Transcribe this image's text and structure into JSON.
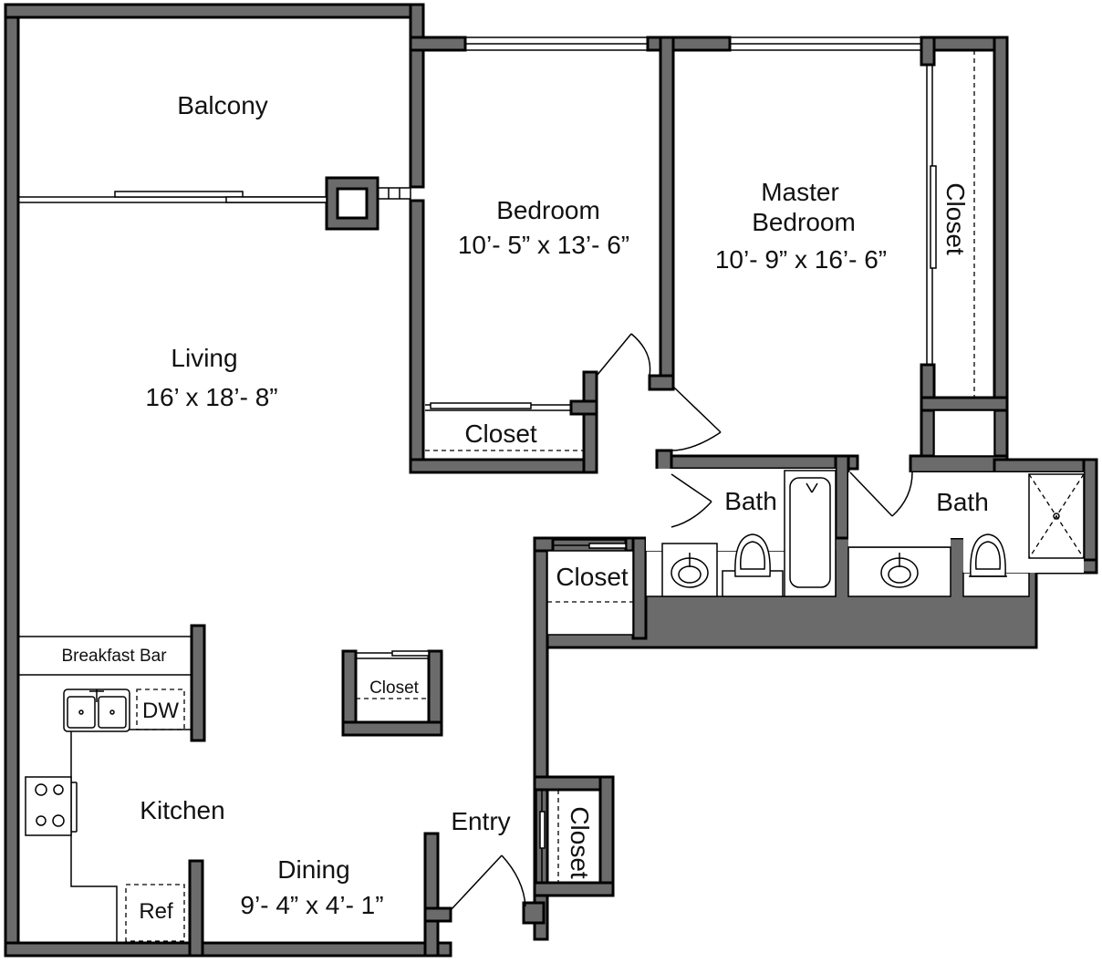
{
  "rooms": {
    "balcony": "Balcony",
    "living": "Living",
    "living_dims": "16’ x 18’- 8”",
    "bedroom": "Bedroom",
    "bedroom_dims": "10’- 5” x 13’- 6”",
    "master_line1": "Master",
    "master_line2": "Bedroom",
    "master_dims": "10’- 9” x 16’- 6”",
    "master_closet": "Closet",
    "bedroom_closet": "Closet",
    "bath1": "Bath",
    "bath2": "Bath",
    "hall_closet": "Closet",
    "small_closet": "Closet",
    "entry_closet": "Closet",
    "breakfast_bar": "Breakfast Bar",
    "dishwasher": "DW",
    "kitchen": "Kitchen",
    "refrigerator": "Ref",
    "entry": "Entry",
    "dining": "Dining",
    "dining_dims": "9’- 4” x 4’- 1”"
  },
  "colors": {
    "wall_fill": "#6b6b6b",
    "wall_stroke": "#000000",
    "background": "#ffffff"
  }
}
